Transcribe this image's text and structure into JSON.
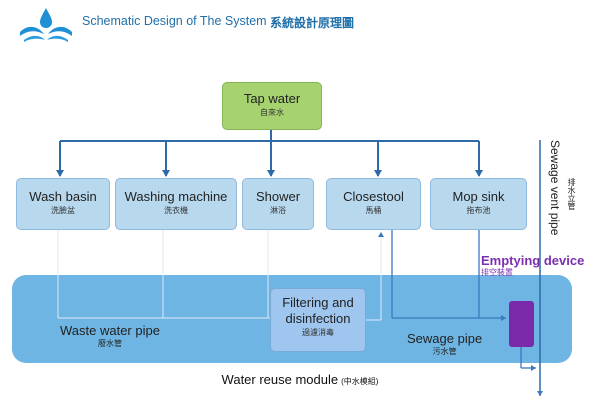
{
  "header": {
    "title": "Schematic Design of The System",
    "title_cn": "系統設計原理圖",
    "logo_icon": "water-splash-logo"
  },
  "nodes": {
    "tap_water": {
      "label": "Tap water",
      "label_cn": "自來水"
    },
    "wash_basin": {
      "label": "Wash basin",
      "label_cn": "洗臉盆"
    },
    "washing_machine": {
      "label": "Washing machine",
      "label_cn": "洗衣機"
    },
    "shower": {
      "label": "Shower",
      "label_cn": "淋浴"
    },
    "closestool": {
      "label": "Closestool",
      "label_cn": "馬桶"
    },
    "mop_sink": {
      "label": "Mop sink",
      "label_cn": "拖布池"
    },
    "filtering": {
      "label_line1": "Filtering and",
      "label_line2": "disinfection",
      "label_cn": "過濾消毒"
    }
  },
  "pipes": {
    "waste_water": {
      "label": "Waste water pipe",
      "label_cn": "廢水管"
    },
    "sewage": {
      "label": "Sewage pipe",
      "label_cn": "污水管"
    },
    "sewage_vent": {
      "label": "Sewage vent pipe",
      "label_cn": "排水立管"
    }
  },
  "emptying_device": {
    "label": "Emptying device",
    "label_cn": "排空裝置"
  },
  "module": {
    "label": "Water reuse module",
    "label_cn": "(中水模組)"
  },
  "colors": {
    "tap_box": "#a6d36f",
    "fixture_box": "#b8d8ee",
    "module_band": "#6fb5e3",
    "arrow": "#2e6aa8",
    "emptying_device": "#7a2aa8",
    "title_blue": "#1f6fa8"
  }
}
